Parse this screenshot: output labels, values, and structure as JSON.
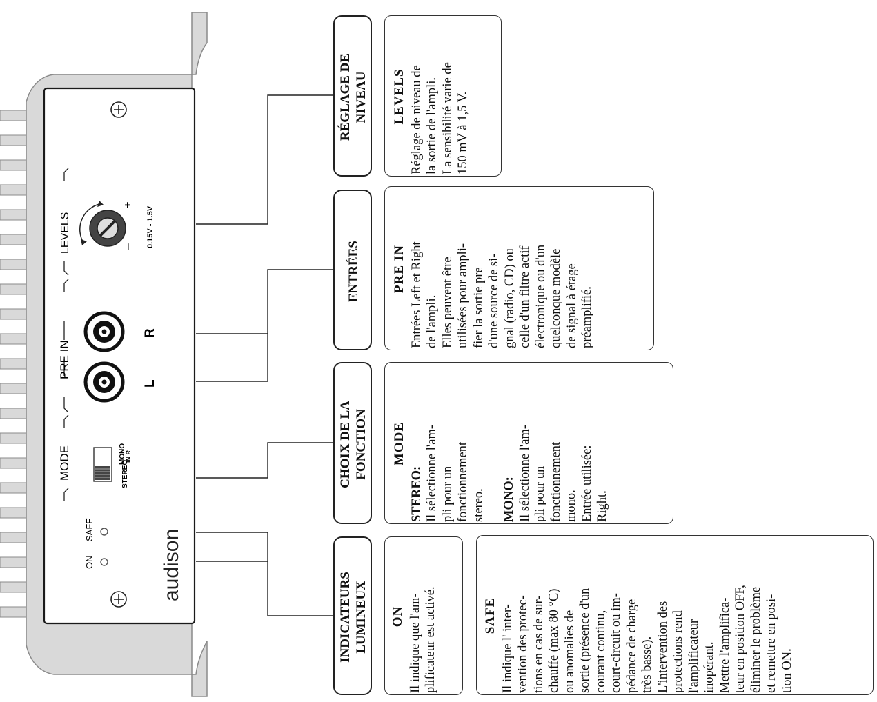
{
  "panel": {
    "brand": "audison",
    "on_label": "ON",
    "safe_label": "SAFE",
    "mode_label": "MODE",
    "stereo_label": "STEREO",
    "mono_label": "MONO",
    "mono_sub_label": "IN R",
    "pre_in_label": "PRE IN",
    "left_label": "L",
    "right_label": "R",
    "levels_label": "LEVELS",
    "minus_label": "–",
    "plus_label": "+",
    "range_label": "0.15V - 1.5V"
  },
  "headers": {
    "indicateurs": [
      "INDICATEURS",
      "LUMINEUX"
    ],
    "choix": [
      "CHOIX DE LA",
      "FONCTION"
    ],
    "entrees": [
      "ENTRÉES"
    ],
    "reglage": [
      "RÉGLAGE DE",
      "NIVEAU"
    ]
  },
  "descriptions": {
    "on": {
      "title": "ON",
      "lines": [
        "Il indique que l'am-",
        "plificateur est activé."
      ]
    },
    "safe": {
      "title": "SAFE",
      "lines": [
        "Il indique l' inter-",
        "vention des protec-",
        "tions en cas de sur-",
        "chauffe (max 80 °C)",
        "ou anomalies de",
        "sortie (présence d'un",
        "courant continu,",
        "court-circuit ou im-",
        "pédance de charge",
        "très basse).",
        "L'intervention des",
        "protections rend",
        "l'amplificateur",
        "inopérant.",
        "Mettre l'amplifica-",
        "teur en position OFF,",
        "éliminer le problème",
        "et remettre en posi-",
        "tion ON."
      ]
    },
    "mode": {
      "title": "MODE",
      "stereo_heading": "STEREO:",
      "stereo_lines": [
        "Il sélectionne l'am-",
        "pli pour un",
        "fonctionnement",
        "stereo."
      ],
      "mono_heading": "MONO:",
      "mono_lines": [
        "Il sélectionne l'am-",
        "pli pour un",
        "fonctionnement",
        "mono.",
        "Entrée utilisée:",
        "Right."
      ]
    },
    "pre_in": {
      "title": "PRE IN",
      "lines": [
        "Entrées Left et Right",
        "de l'ampli.",
        "Elles peuvent être",
        "utilisées pour ampli-",
        "fier la sortie pre",
        "d'une source de si-",
        "gnal (radio, CD) ou",
        "celle d'un filtre actif",
        "électronique ou d'un",
        "quelconque modèle",
        "de signal à étage",
        "préamplifié."
      ]
    },
    "levels": {
      "title": "LEVELS",
      "lines": [
        "Réglage de niveau de",
        "la sortie de l'ampli.",
        "La sensibilité varie de",
        "150 mV à 1,5 V."
      ]
    }
  }
}
